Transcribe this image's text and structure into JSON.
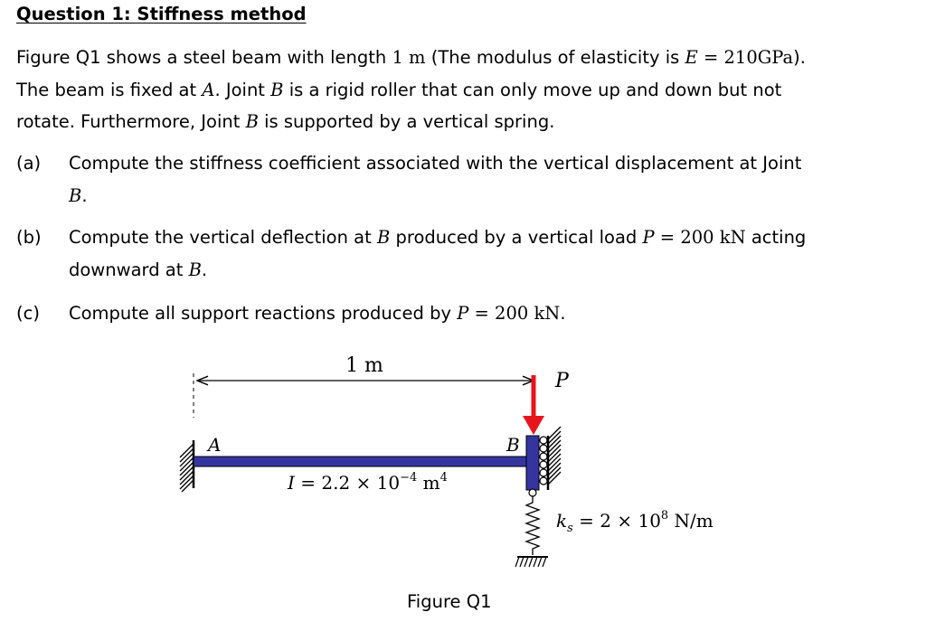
{
  "heading": "Question 1: Stiffness method",
  "intro": {
    "l1_a": "Figure Q1 shows a steel beam with length ",
    "l1_len": "1 m",
    "l1_b": " (The modulus of elasticity is ",
    "l1_E": "E",
    "l1_eq": " = 210GPa",
    "l1_c": ").",
    "l2_a": "The beam is fixed at ",
    "l2_A": "A",
    "l2_b": ". Joint ",
    "l2_B": "B",
    "l2_c": " is a rigid roller that can only move up and down but not",
    "l3_a": "rotate. Furthermore, Joint ",
    "l3_B": "B",
    "l3_b": " is supported by a vertical spring."
  },
  "parts": {
    "a": {
      "label": "(a)",
      "l1": "Compute the stiffness coefficient associated with the vertical displacement at Joint",
      "l2": "B",
      "l2_end": "."
    },
    "b": {
      "label": "(b)",
      "l1_a": "Compute the vertical deflection at ",
      "l1_B": "B",
      "l1_b": " produced by a vertical load ",
      "l1_P": "P",
      "l1_val": " = 200 kN",
      "l1_c": " acting",
      "l2_a": "downward at ",
      "l2_B": "B",
      "l2_b": "."
    },
    "c": {
      "label": "(c)",
      "t_a": "Compute all support reactions produced by ",
      "t_P": "P",
      "t_val": " = 200 kN",
      "t_b": "."
    }
  },
  "figure": {
    "length_label": "1 m",
    "load_label": "P",
    "joint_a": "A",
    "joint_b": "B",
    "inertia_I": "I",
    "inertia_val": " = 2.2 × 10",
    "inertia_exp": "−4",
    "inertia_unit": " m",
    "inertia_unit_exp": "4",
    "spring_k": "k",
    "spring_sub": "s",
    "spring_val": " = 2 × 10",
    "spring_exp": "8",
    "spring_unit": " N/m",
    "caption": "Figure Q1",
    "colors": {
      "beam": "#3535a0",
      "load_arrow": "#e8141c"
    }
  }
}
